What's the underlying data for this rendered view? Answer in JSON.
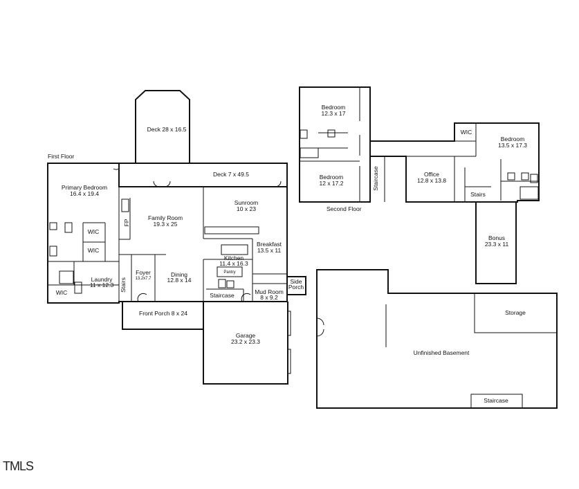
{
  "floor_labels": {
    "first": "First Floor",
    "second": "Second Floor"
  },
  "rooms": {
    "deck_top": "Deck 28 x 16.5",
    "deck_long": "Deck 7 x 49.5",
    "primary_bedroom_name": "Primary Bedroom",
    "primary_bedroom_dim": "16.4 x 19.4",
    "fp": "FP",
    "family_room_name": "Family Room",
    "family_room_dim": "19.3 x 25",
    "sunroom_name": "Sunroom",
    "sunroom_dim": "10 x 23",
    "wic_a": "WIC",
    "wic_b": "WIC",
    "wic_c": "WIC",
    "breakfast_name": "Breakfast",
    "breakfast_dim": "13.5 x 11",
    "kitchen_name": "Kitchen",
    "kitchen_dim": "11.4 x 16.3",
    "pantry": "Pantry",
    "foyer_name": "Foyer",
    "foyer_dim": "13.2x7.7",
    "dining_name": "Dining",
    "dining_dim": "12.8 x 14",
    "laundry_name": "Laundry",
    "laundry_dim": "11 x 12.3",
    "stairs_first": "Stairs",
    "staircase_first": "Staircase",
    "mudroom_name": "Mud Room",
    "mudroom_dim": "8 x 9.2",
    "side_porch_a": "Side",
    "side_porch_b": "Porch",
    "front_porch": "Front Porch 8 x 24",
    "garage_name": "Garage",
    "garage_dim": "23.2 x 23.3",
    "bedroom_a_name": "Bedroom",
    "bedroom_a_dim": "12.3 x 17",
    "bedroom_b_name": "Bedroom",
    "bedroom_b_dim": "12 x 17.2",
    "staircase_second": "Staircase",
    "office_name": "Office",
    "office_dim": "12.8 x 13.8",
    "wic_second": "WIC",
    "bedroom_c_name": "Bedroom",
    "bedroom_c_dim": "13.5 x 17.3",
    "stairs_second": "Stairs",
    "bonus_name": "Bonus",
    "bonus_dim": "23.3 x 11",
    "storage": "Storage",
    "basement": "Unfinished Basement",
    "staircase_basement": "Staircase"
  },
  "logo_text": "TMLS"
}
